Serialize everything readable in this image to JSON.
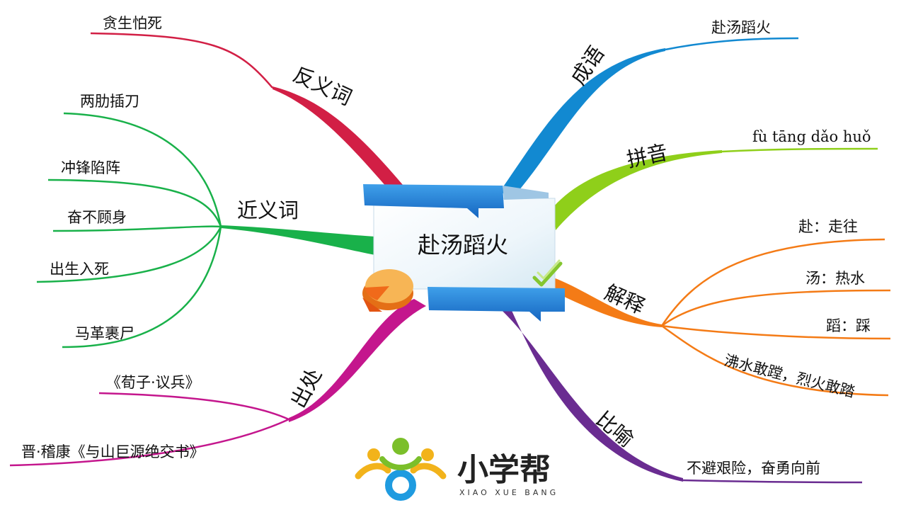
{
  "center": {
    "label": "赴汤蹈火"
  },
  "branches": {
    "antonym": {
      "label": "反义词",
      "color": "#d21f45",
      "items": [
        "贪生怕死"
      ]
    },
    "synonym": {
      "label": "近义词",
      "color": "#19b14a",
      "items": [
        "两肋插刀",
        "冲锋陷阵",
        "奋不顾身",
        "出生入死",
        "马革裹尸"
      ]
    },
    "source": {
      "label": "出处",
      "color": "#c4168d",
      "items": [
        "《荀子·议兵》",
        "晋·稽康《与山巨源绝交书》"
      ]
    },
    "idiom": {
      "label": "成语",
      "color": "#1289d1",
      "items": [
        "赴汤蹈火"
      ]
    },
    "pinyin": {
      "label": "拼音",
      "color": "#8fcf1a",
      "items": [
        "fù tāng dǎo huǒ"
      ]
    },
    "explain": {
      "label": "解释",
      "color": "#f47b16",
      "items": [
        "赴：走往",
        "汤：热水",
        "蹈：踩",
        "沸水敢蹚，烈火敢踏"
      ]
    },
    "metaphor": {
      "label": "比喻",
      "color": "#6a2c91",
      "items": [
        "不避艰险，奋勇向前"
      ]
    }
  },
  "logo": {
    "name": "小学帮",
    "subtitle": "XIAO XUE BANG"
  }
}
